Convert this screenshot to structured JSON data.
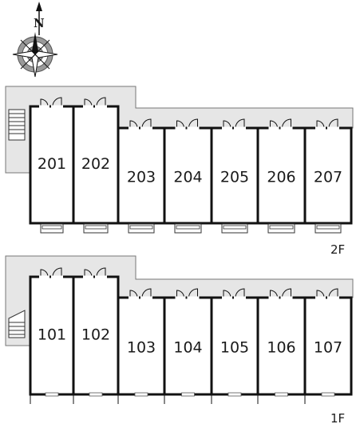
{
  "compass": {
    "north_label": "N",
    "icon": "compass-rose-icon"
  },
  "floors": [
    {
      "id": "2f",
      "label": "2F",
      "rooms": [
        {
          "number": "201"
        },
        {
          "number": "202"
        },
        {
          "number": "203"
        },
        {
          "number": "204"
        },
        {
          "number": "205"
        },
        {
          "number": "206"
        },
        {
          "number": "207"
        }
      ]
    },
    {
      "id": "1f",
      "label": "1F",
      "rooms": [
        {
          "number": "101"
        },
        {
          "number": "102"
        },
        {
          "number": "103"
        },
        {
          "number": "104"
        },
        {
          "number": "105"
        },
        {
          "number": "106"
        },
        {
          "number": "107"
        }
      ]
    }
  ],
  "colors": {
    "corridor": "#e6e6e6",
    "wall": "#111111",
    "outline": "#777777",
    "compass_gray": "#9a9a9a"
  }
}
